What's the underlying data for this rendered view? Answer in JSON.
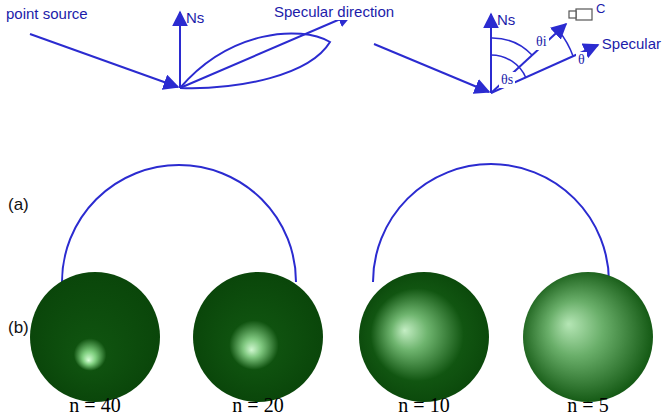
{
  "diagram": {
    "labels": [
      "point source",
      "Ns",
      "Specular direction",
      "(a)",
      "Ns",
      "C",
      "Specular",
      "θi",
      "θs",
      "θ",
      "(b)",
      "n = 40",
      "n = 20",
      "n = 10",
      "n = 5"
    ]
  }
}
